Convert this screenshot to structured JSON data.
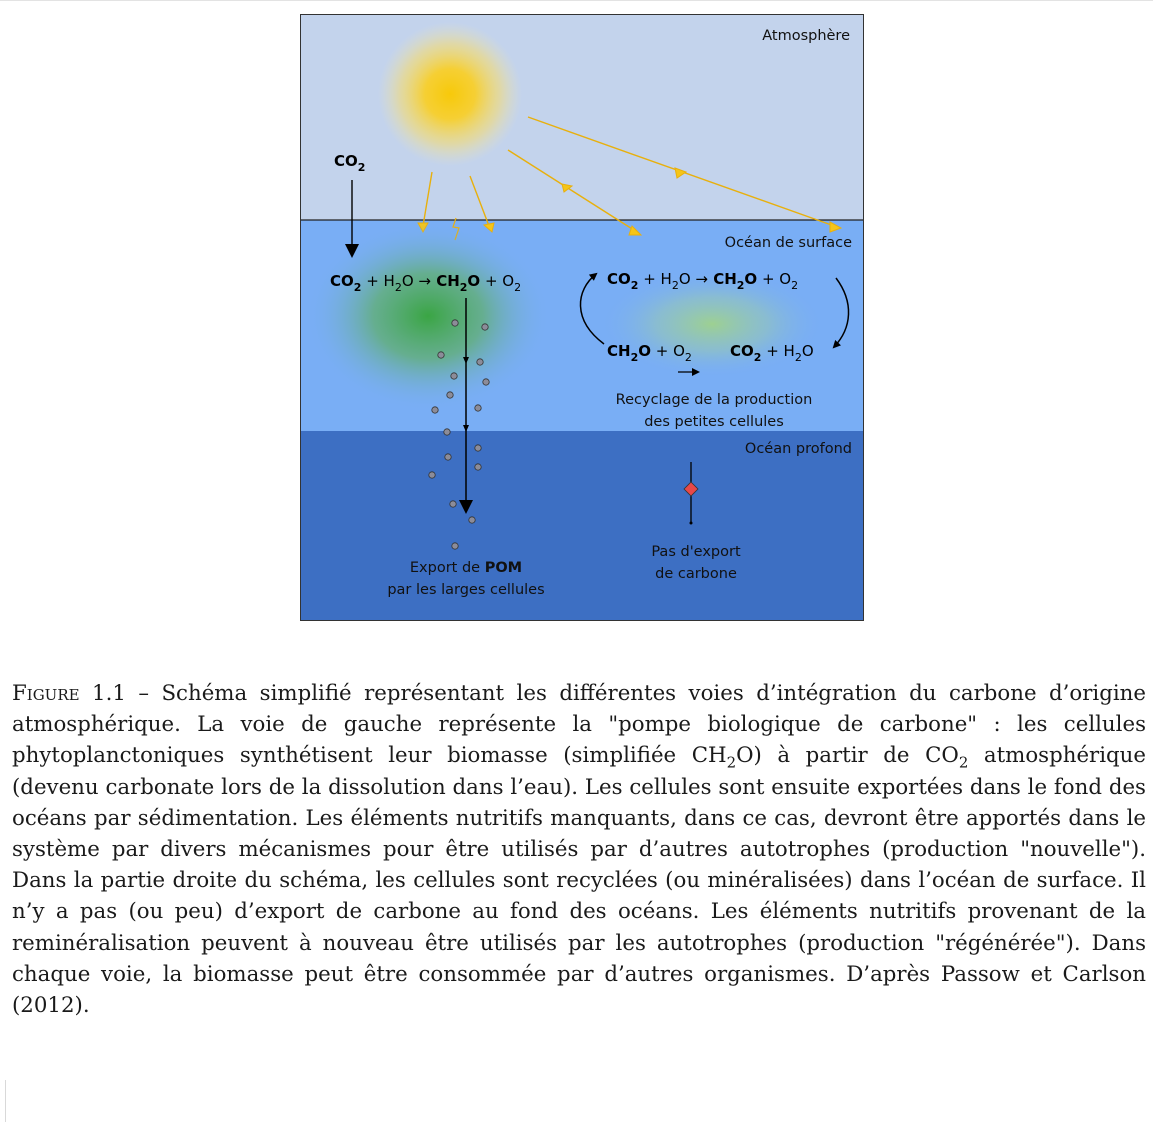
{
  "diagram": {
    "zones": {
      "atmosphere": "Atmosphère",
      "surface": "Océan de surface",
      "deep": "Océan profond"
    },
    "co2_input": "CO",
    "co2_input_sub": "2",
    "left_eq": {
      "p1": "CO",
      "p1_sub": "2",
      "p2": " + H",
      "p2_sub": "2",
      "p3": "O ",
      "arrow": "→",
      "p4": " CH",
      "p4_sub": "2",
      "p5": "O",
      "p6": " + O",
      "p6_sub": "2"
    },
    "right_top_eq": {
      "p1": "CO",
      "p1_sub": "2",
      "p2": " + H",
      "p2_sub": "2",
      "p3": "O ",
      "arrow": "→",
      "p4": " CH",
      "p4_sub": "2",
      "p5": "O",
      "p6": " + O",
      "p6_sub": "2"
    },
    "right_bottom_left": {
      "p1": "CH",
      "p1_sub": "2",
      "p2": "O",
      "p3": " + O",
      "p3_sub": "2"
    },
    "right_bottom_right": {
      "p1": "CO",
      "p1_sub": "2",
      "p2": " + H",
      "p2_sub": "2",
      "p3": "O"
    },
    "recycling_label_1": "Recyclage de la production",
    "recycling_label_2": "des petites cellules",
    "export_label_1_a": "Export de ",
    "export_label_1_b": "POM",
    "export_label_2": "par les larges cellules",
    "no_export_label_1": "Pas d'export",
    "no_export_label_2": "de carbone"
  },
  "caption": {
    "label": "Figure 1.1",
    "dash": " – ",
    "t1": "Schéma simplifié représentant les différentes voies d’intégration du carbone d’origine atmosphérique. La voie de gauche représente la \"pompe biologique de carbone\" : les cellules phytoplanctoniques synthétisent leur biomasse (simplifiée CH",
    "t1_sub": "2",
    "t2": "O) à partir de CO",
    "t2_sub": "2",
    "t3": " atmosphérique (devenu carbonate lors de la dissolution dans l’eau). Les cellules sont ensuite exportées dans le fond des océans par sédimentation. Les éléments nutritifs manquants, dans ce cas, devront être apportés dans le système par divers mécanismes pour être utilisés par d’autres autotrophes (production \"nouvelle\"). Dans la partie droite du schéma, les cellules sont recyclées (ou minéralisées) dans l’océan de surface. Il n’y a pas (ou peu) d’export de carbone au fond des océans. Les éléments nutritifs provenant de la reminéralisation peuvent à nouveau être utilisés par les autotrophes (production \"régénérée\"). Dans chaque voie, la biomasse peut être consommée par d’autres organismes. D’après Passow et Carlson (2012)."
  },
  "colors": {
    "atmosphere": "#c3d3ec",
    "surface_ocean": "#79aef5",
    "deep_ocean": "#3d6fc3",
    "sun": "#f5c518",
    "sun_ray": "#e8b00d",
    "bloom": "#3aa544",
    "particle": "#8c8c99",
    "diamond": "#e84848"
  }
}
